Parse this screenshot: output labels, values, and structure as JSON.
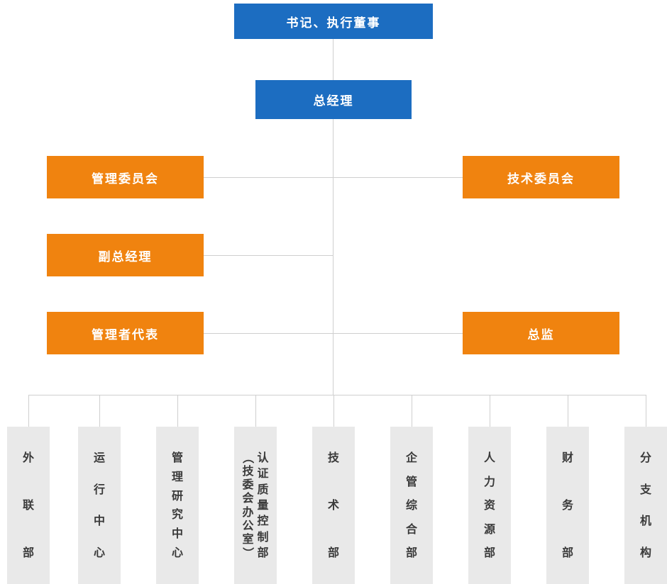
{
  "colors": {
    "primary-blue": "#1c6dc1",
    "accent-orange": "#f0830f",
    "dept-gray": "#e9e9e9",
    "dept-text": "#3a3a3a",
    "line-gray": "#cfcfcf"
  },
  "org": {
    "root": {
      "label": "书记、执行董事"
    },
    "general_manager": {
      "label": "总经理"
    },
    "left_branches": [
      {
        "label": "管理委员会"
      },
      {
        "label": "副总经理"
      },
      {
        "label": "管理者代表"
      }
    ],
    "right_branches": [
      {
        "label": "技术委员会"
      },
      {
        "label": "总监"
      }
    ],
    "departments": [
      {
        "label": "外联部"
      },
      {
        "label": "运行中心"
      },
      {
        "label": "管理研究中心"
      },
      {
        "label": "认证质量控制部\n（技委会办公室）"
      },
      {
        "label": "技术部"
      },
      {
        "label": "企管综合部"
      },
      {
        "label": "人力资源部"
      },
      {
        "label": "财务部"
      },
      {
        "label": "分支机构"
      }
    ]
  }
}
